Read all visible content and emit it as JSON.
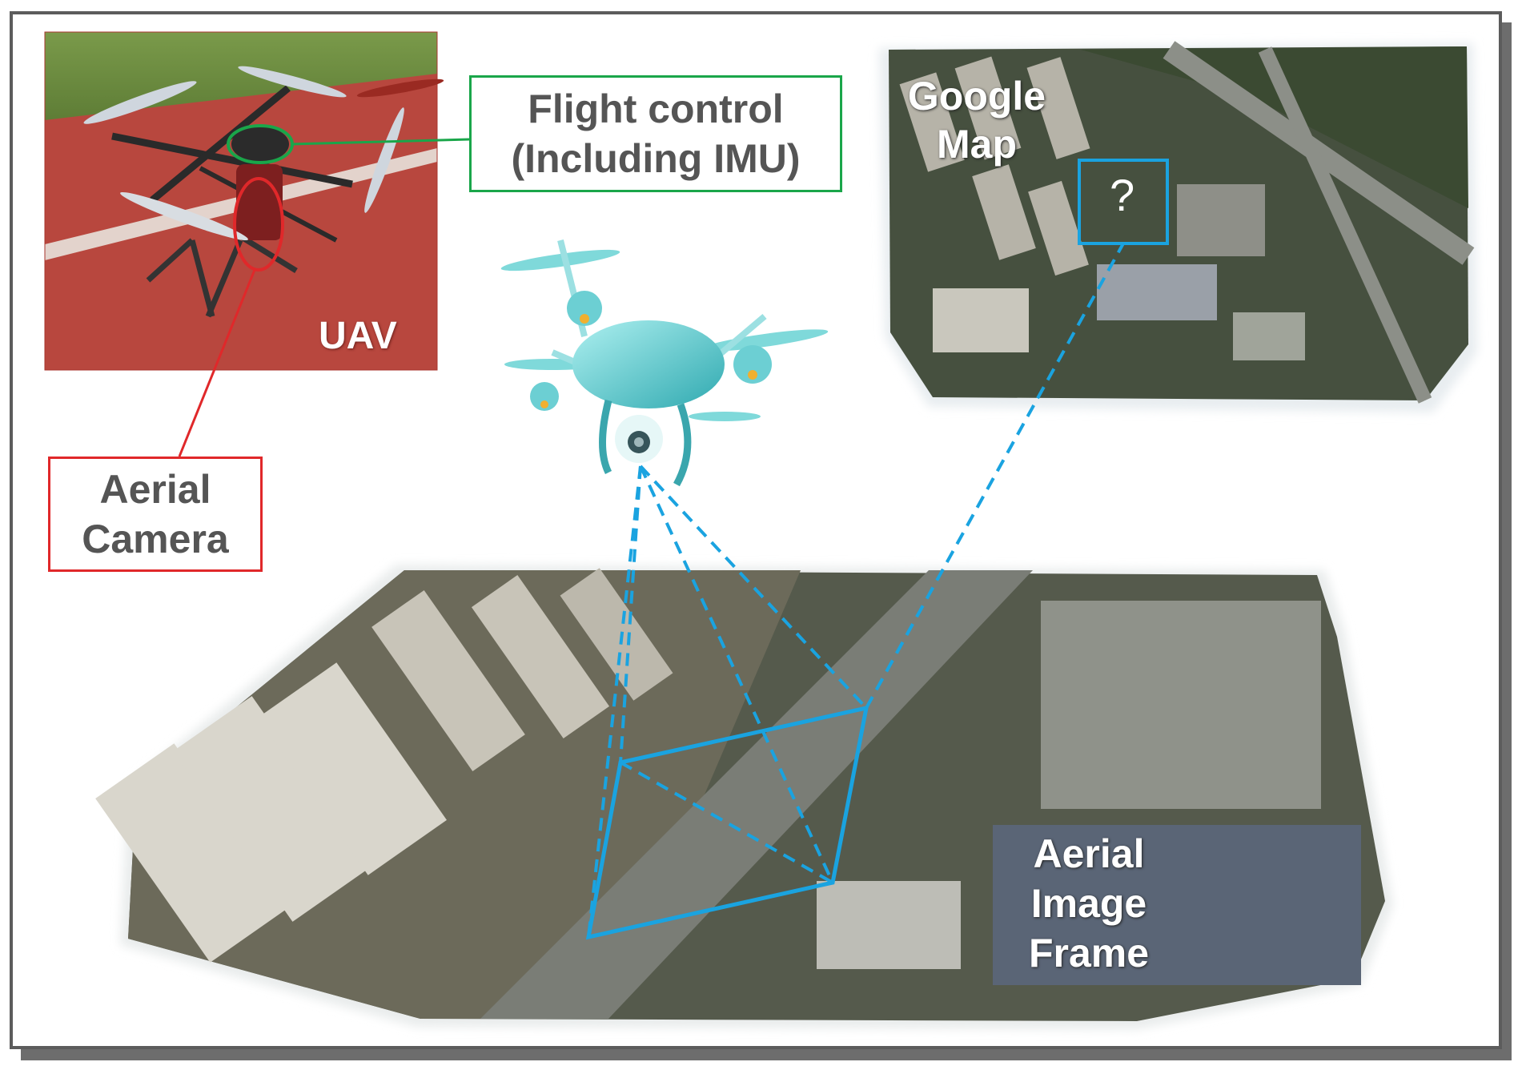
{
  "labels": {
    "flight_control_line1": "Flight control",
    "flight_control_line2": "(Including IMU)",
    "uav": "UAV",
    "aerial_camera_line1": "Aerial",
    "aerial_camera_line2": "Camera",
    "google_map_line1": "Google",
    "google_map_line2": "Map",
    "question_mark": "?",
    "aerial_frame_line1": "Aerial",
    "aerial_frame_line2": "Image",
    "aerial_frame_line3": "Frame"
  },
  "colors": {
    "flight_control": "#1aa64a",
    "aerial_camera": "#e0282a",
    "projection": "#1aa3e0",
    "label_gray": "#555555",
    "drone": "#6fd3d6"
  }
}
